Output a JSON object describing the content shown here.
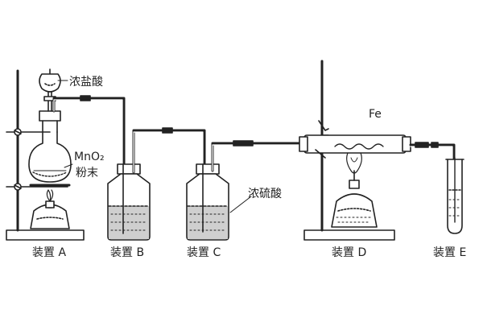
{
  "labels": {
    "acid": "浓盐酸",
    "mno2": "MnO₂",
    "powder": "粉末",
    "sulfuric": "浓硫酸",
    "fe": "Fe"
  },
  "apparatus": {
    "a": "装置 A",
    "b": "装置 B",
    "c": "装置 C",
    "d": "装置 D",
    "e": "装置 E"
  },
  "colors": {
    "line": "#222222",
    "liquid": "#cfcfcf",
    "background": "#ffffff"
  }
}
